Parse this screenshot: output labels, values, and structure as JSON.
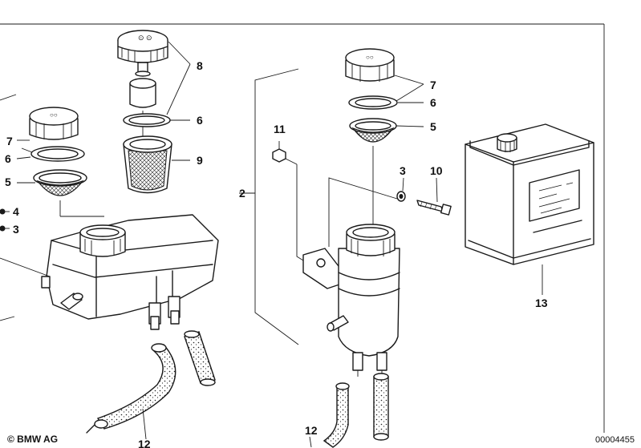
{
  "callouts": {
    "c8": "8",
    "c6a": "6",
    "c9": "9",
    "c7a": "7",
    "c6b": "6",
    "c5a": "5",
    "c4": "4",
    "c3a": "3",
    "c2": "2",
    "c11": "11",
    "c7b": "7",
    "c6c": "6",
    "c5b": "5",
    "c3b": "3",
    "c10": "10",
    "c13": "13",
    "c12a": "12",
    "c12b": "12"
  },
  "footer": {
    "copyright": "© BMW AG",
    "doc_number": "00004455"
  }
}
